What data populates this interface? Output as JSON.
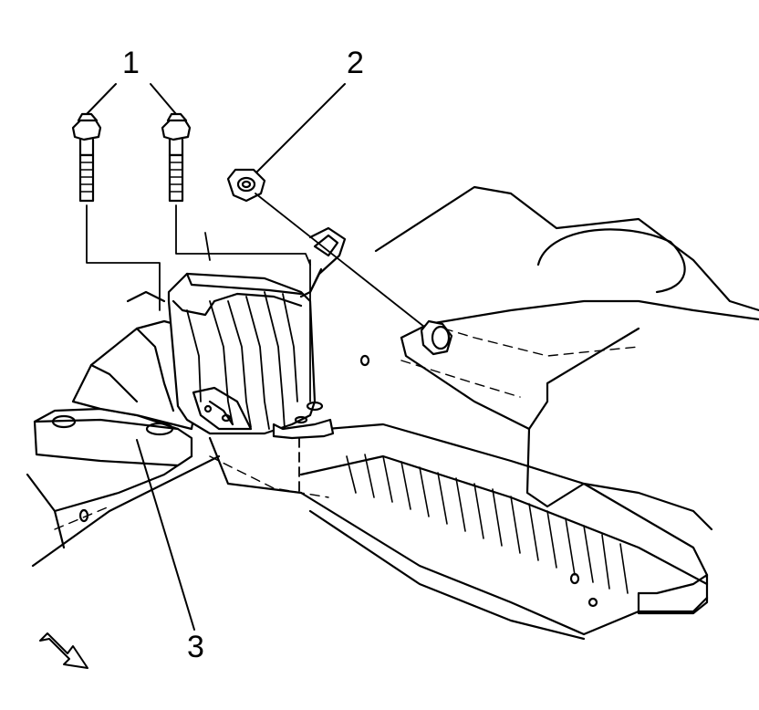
{
  "callouts": {
    "bolt": "1",
    "nut": "2",
    "mount": "3"
  },
  "colors": {
    "ink": "#000000",
    "paper": "#ffffff",
    "hidden_line": "#000000"
  },
  "icons": {
    "direction_arrow": "view-direction-arrow-icon"
  }
}
